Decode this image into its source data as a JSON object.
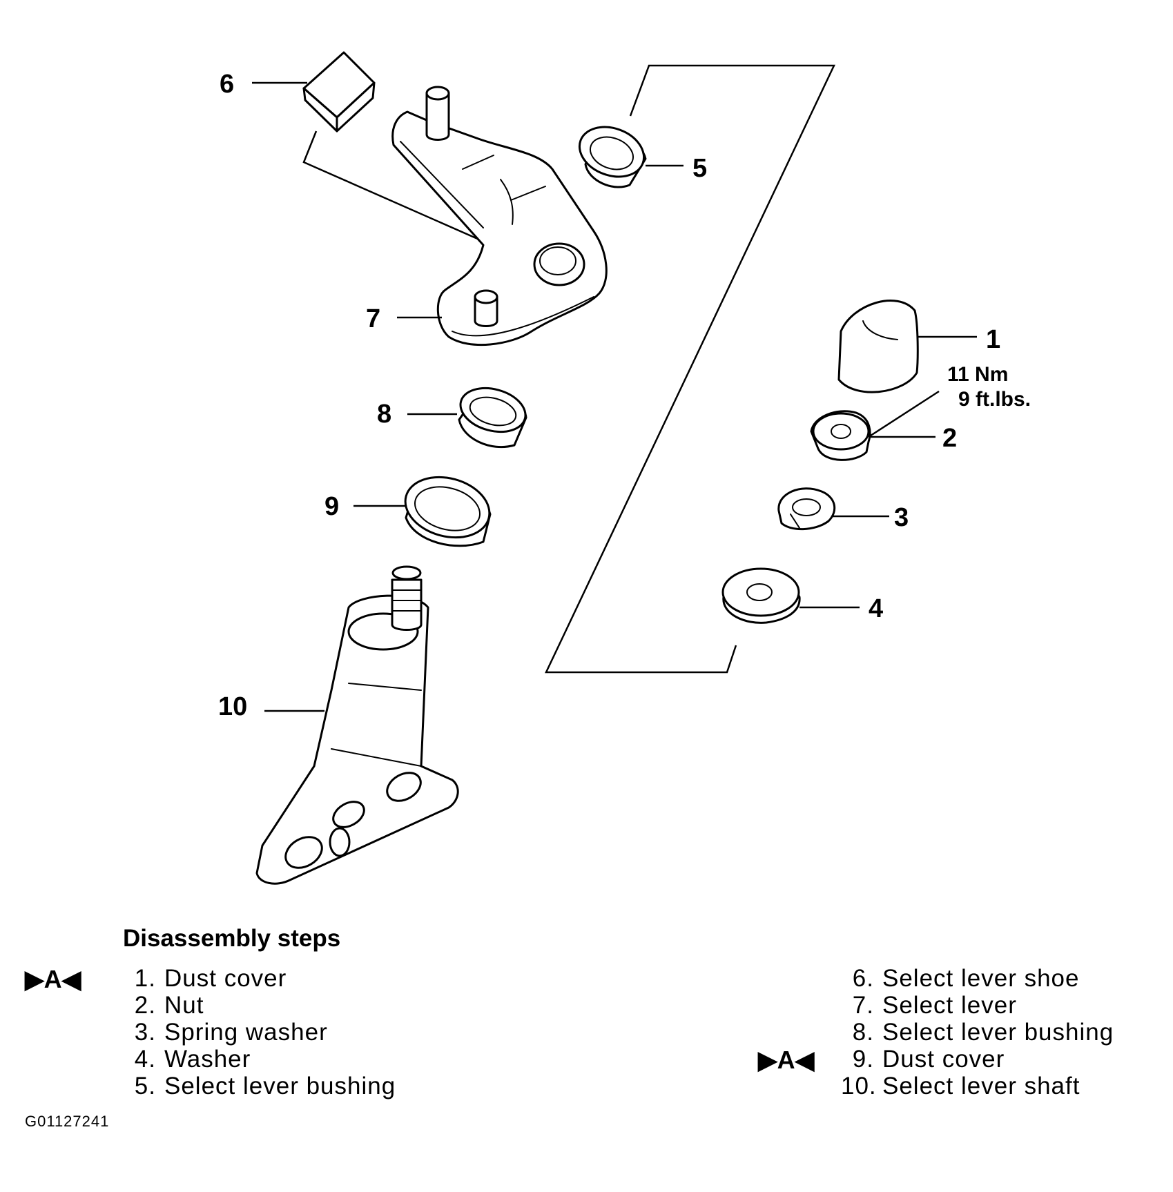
{
  "callouts": {
    "c1": "1",
    "c2": "2",
    "c3": "3",
    "c4": "4",
    "c5": "5",
    "c6": "6",
    "c7": "7",
    "c8": "8",
    "c9": "9",
    "c10": "10"
  },
  "torque": {
    "metric": "11 Nm",
    "imperial": "9 ft.lbs."
  },
  "steps_heading": "Disassembly steps",
  "steps_left": [
    {
      "num": "1.",
      "label": "Dust cover"
    },
    {
      "num": "2.",
      "label": "Nut"
    },
    {
      "num": "3.",
      "label": "Spring washer"
    },
    {
      "num": "4.",
      "label": "Washer"
    },
    {
      "num": "5.",
      "label": "Select lever bushing"
    }
  ],
  "steps_right": [
    {
      "num": "6.",
      "label": "Select lever shoe"
    },
    {
      "num": "7.",
      "label": "Select lever"
    },
    {
      "num": "8.",
      "label": "Select lever bushing"
    },
    {
      "num": "9.",
      "label": "Dust cover"
    },
    {
      "num": "10.",
      "label": "Select lever shaft"
    }
  ],
  "marks": {
    "step1": "▶A◀",
    "step9": "▶A◀"
  },
  "figure_code": "G01127241"
}
